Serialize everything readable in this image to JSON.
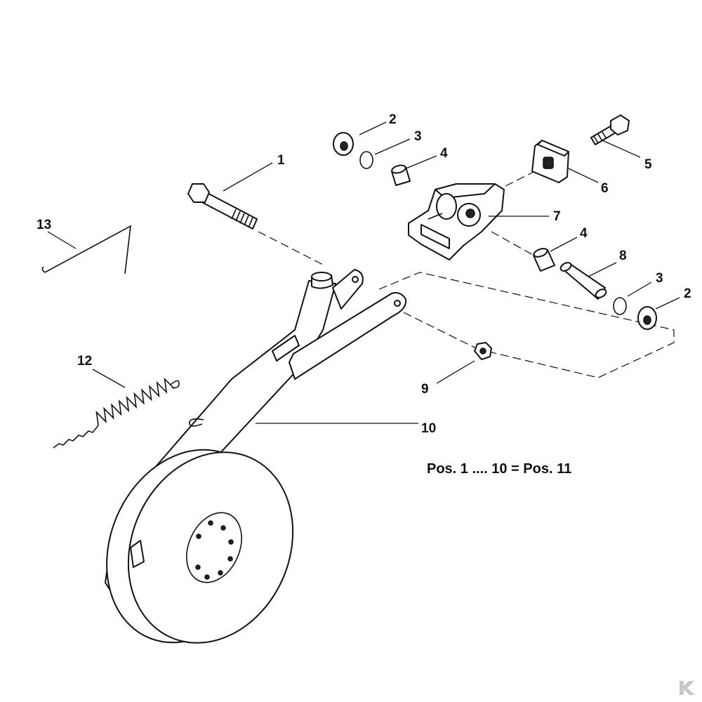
{
  "diagram": {
    "callouts": [
      {
        "id": "c1",
        "label": "1"
      },
      {
        "id": "c2a",
        "label": "2"
      },
      {
        "id": "c2b",
        "label": "2"
      },
      {
        "id": "c3a",
        "label": "3"
      },
      {
        "id": "c3b",
        "label": "3"
      },
      {
        "id": "c4a",
        "label": "4"
      },
      {
        "id": "c4b",
        "label": "4"
      },
      {
        "id": "c5",
        "label": "5"
      },
      {
        "id": "c6",
        "label": "6"
      },
      {
        "id": "c7",
        "label": "7"
      },
      {
        "id": "c8",
        "label": "8"
      },
      {
        "id": "c9",
        "label": "9"
      },
      {
        "id": "c10",
        "label": "10"
      },
      {
        "id": "c12",
        "label": "12"
      },
      {
        "id": "c13",
        "label": "13"
      }
    ],
    "note": "Pos. 1 .... 10 = Pos. 11",
    "colors": {
      "line": "#111111",
      "background": "#ffffff",
      "brand": "#c8c8c8"
    },
    "icons": {
      "brand_mark": "brand-k-logo-icon"
    }
  }
}
